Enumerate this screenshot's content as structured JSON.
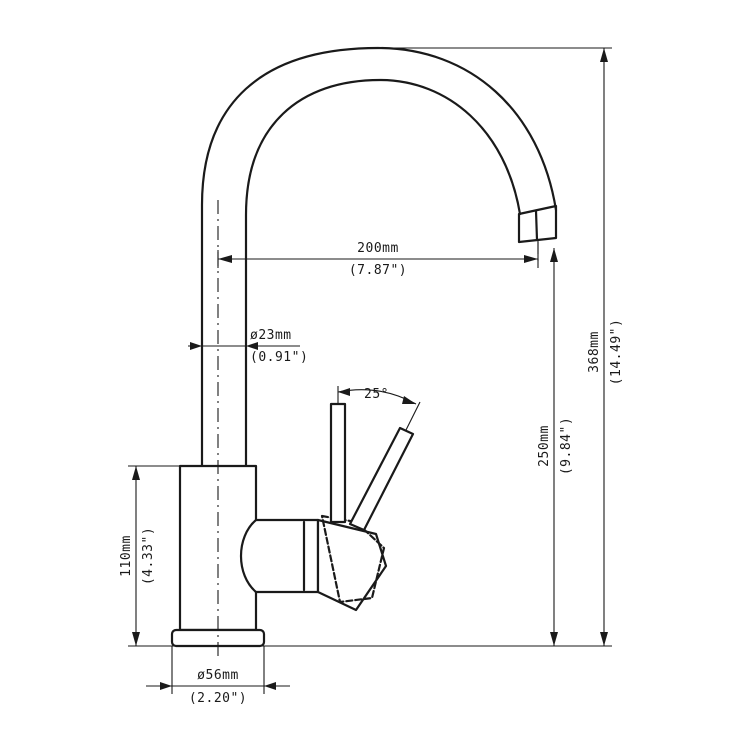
{
  "dimensions": {
    "spout_reach": {
      "metric": "200mm",
      "imperial": "(7.87\")"
    },
    "spout_diameter": {
      "metric": "ø23mm",
      "imperial": "(0.91\")"
    },
    "handle_angle": {
      "value": "25°"
    },
    "total_height": {
      "metric": "368mm",
      "imperial": "(14.49\")"
    },
    "spout_height": {
      "metric": "250mm",
      "imperial": "(9.84\")"
    },
    "body_height": {
      "metric": "110mm",
      "imperial": "(4.33\")"
    },
    "base_diameter": {
      "metric": "ø56mm",
      "imperial": "(2.20\")"
    }
  }
}
